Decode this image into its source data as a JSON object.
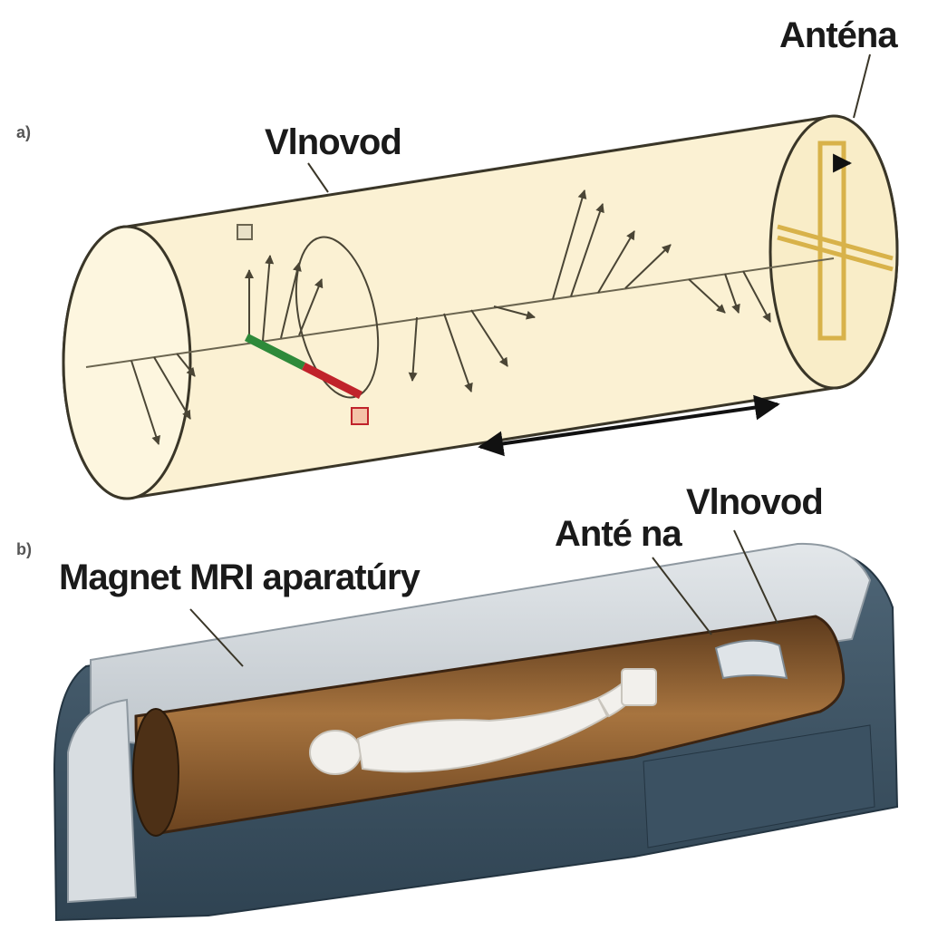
{
  "panel_a": {
    "panel_label": "a)",
    "waveguide_label": "Vlnovod",
    "antenna_label": "Anténa"
  },
  "panel_b": {
    "panel_label": "b)",
    "magnet_label": "Magnet MRI aparatúry",
    "antenna_label": "Anté na",
    "waveguide_label": "Vlnovod"
  },
  "colors": {
    "tube_fill": "#fbf1d3",
    "tube_outline": "#3a3628",
    "bore_brown": "#8a5a2b",
    "magnet_gray": "#c9ced3",
    "magnet_dark": "#3f5566",
    "e_field_green": "#2e8a3a",
    "b_field_red": "#c0232b",
    "antenna_gold": "#d8b24a"
  }
}
